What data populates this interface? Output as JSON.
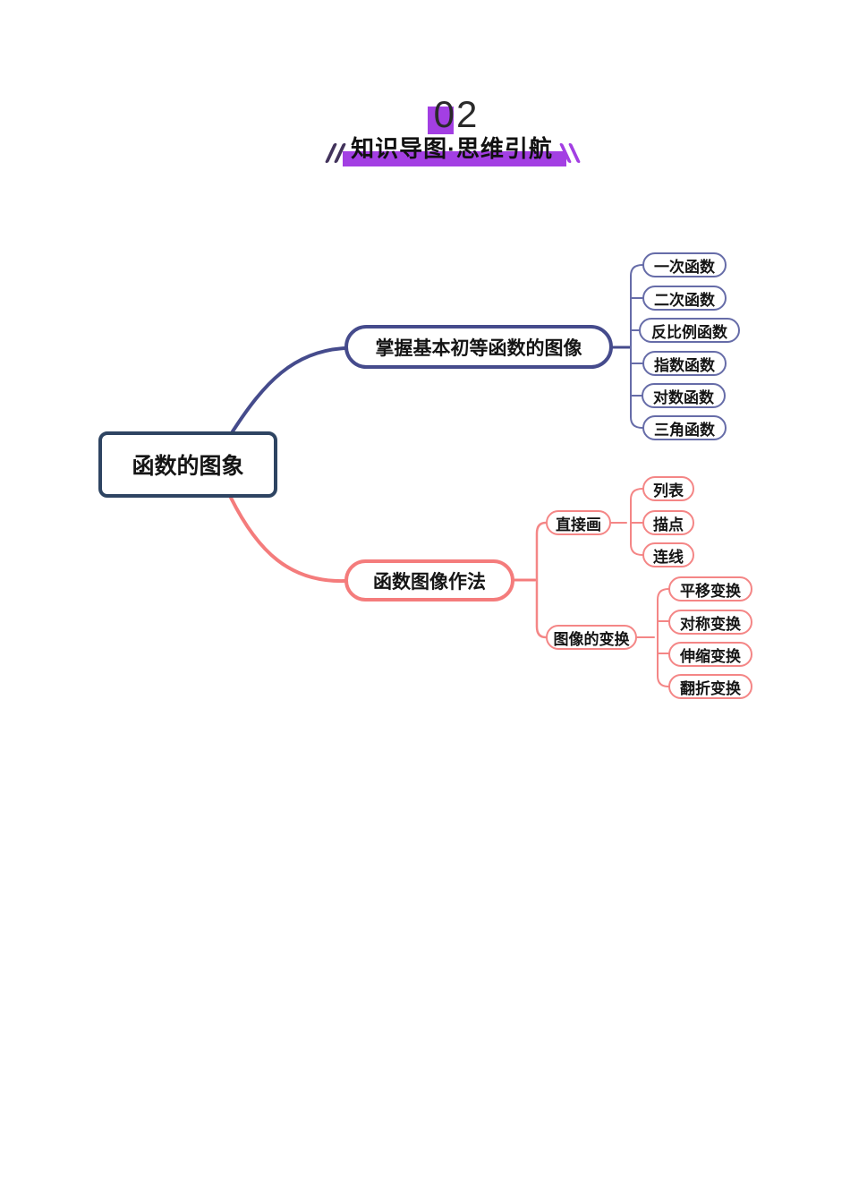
{
  "header": {
    "number": "02",
    "title": "知识导图·思维引航"
  },
  "colors": {
    "accent_purple": "#a33fe3",
    "root_navy": "#2e4462",
    "branch_indigo": "#454b8c",
    "leaf_indigo": "#666ca8",
    "branch_salmon": "#f47c7c"
  },
  "mindmap": {
    "root": {
      "label": "函数的图象"
    },
    "branch_basic": {
      "label": "掌握基本初等函数的图像",
      "children": [
        {
          "label": "一次函数"
        },
        {
          "label": "二次函数"
        },
        {
          "label": "反比例函数"
        },
        {
          "label": "指数函数"
        },
        {
          "label": "对数函数"
        },
        {
          "label": "三角函数"
        }
      ]
    },
    "branch_drawing": {
      "label": "函数图像作法",
      "direct": {
        "label": "直接画",
        "children": [
          {
            "label": "列表"
          },
          {
            "label": "描点"
          },
          {
            "label": "连线"
          }
        ]
      },
      "transform": {
        "label": "图像的变换",
        "children": [
          {
            "label": "平移变换"
          },
          {
            "label": "对称变换"
          },
          {
            "label": "伸缩变换"
          },
          {
            "label": "翻折变换"
          }
        ]
      }
    }
  }
}
